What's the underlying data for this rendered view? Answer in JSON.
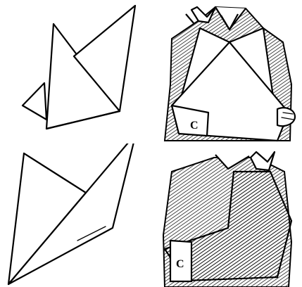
{
  "figure": {
    "panels": [
      {
        "id": "fold-step-1",
        "label": ""
      },
      {
        "id": "fold-step-2",
        "label": ""
      },
      {
        "id": "sling-front",
        "label": "C"
      },
      {
        "id": "sling-side",
        "label": "C"
      }
    ]
  },
  "colors": {
    "ink": "#000000",
    "paper": "#ffffff"
  }
}
